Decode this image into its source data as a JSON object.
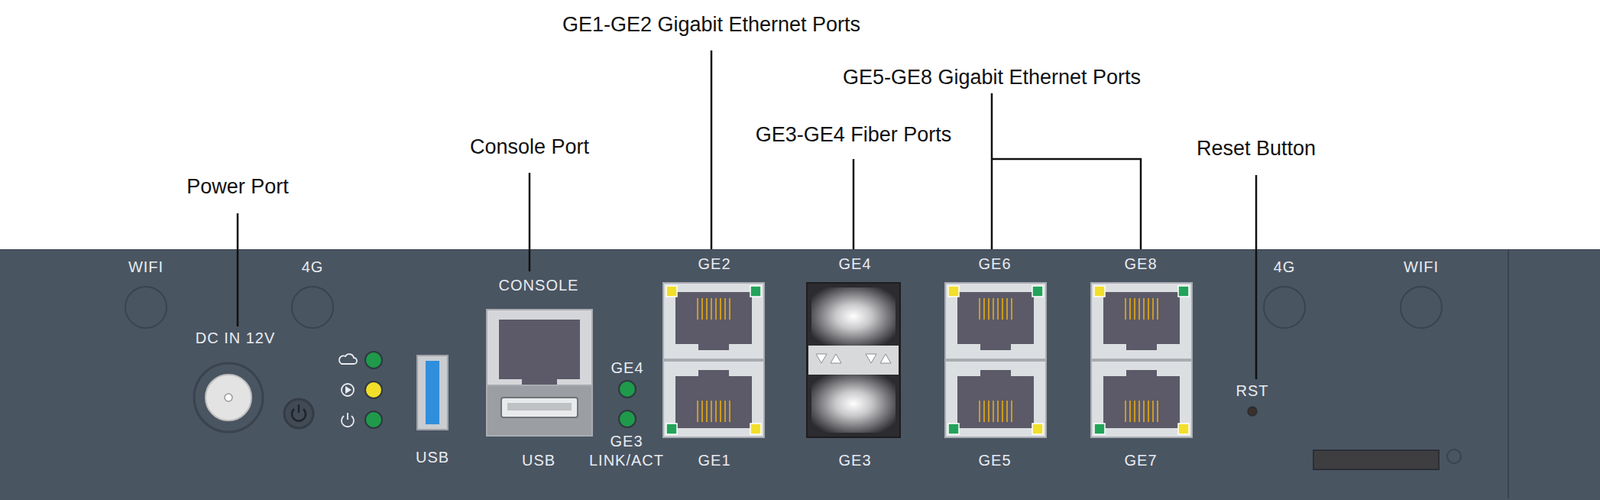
{
  "diagram": {
    "labels": [
      "GE1-GE2 Gigabit Ethernet Ports",
      "GE5-GE8 Gigabit Ethernet Ports",
      "GE3-GE4 Fiber Ports",
      "Console Port",
      "Reset Button",
      "Power Port",
      "WIFI",
      "4G",
      "DC IN 12V",
      "CONSOLE",
      "GE2",
      "GE4",
      "GE6",
      "GE8",
      "4G",
      "WIFI",
      "GE4",
      "GE3 LINK/ACT",
      "USB",
      "USB",
      "GE1",
      "GE3",
      "GE5",
      "GE7",
      "RST"
    ]
  }
}
